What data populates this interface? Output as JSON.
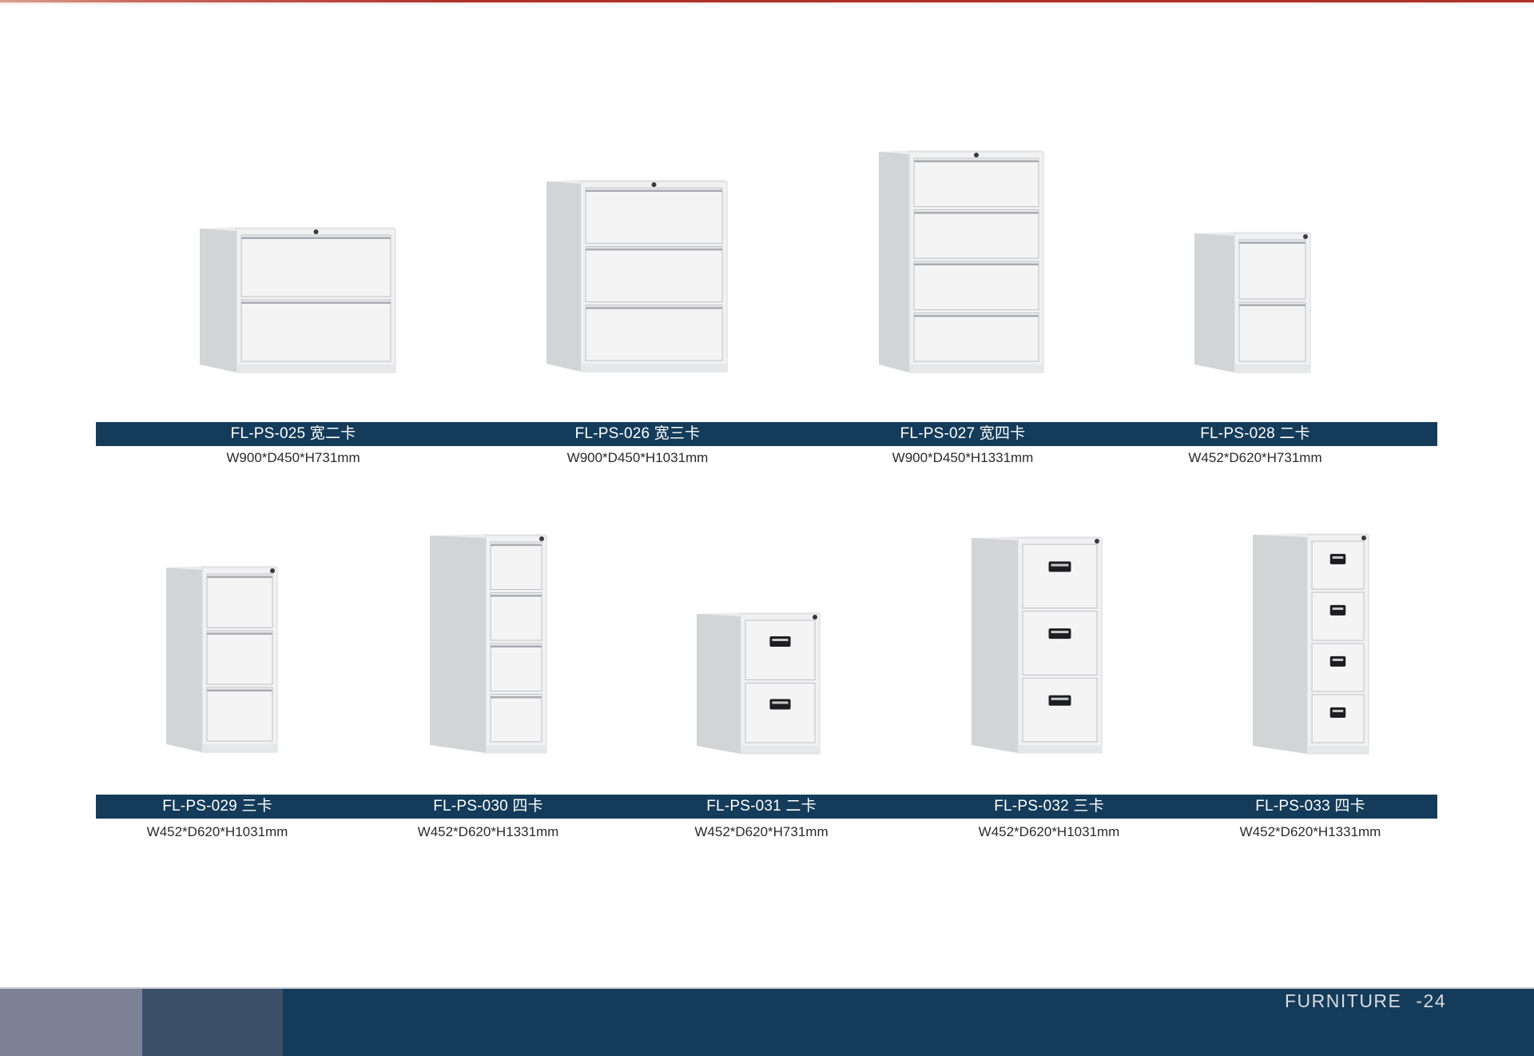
{
  "document": {
    "section": "FURNITURE",
    "page_number": "-24",
    "colors": {
      "accent_red": "#b0302c",
      "label_bar": "#143c5a",
      "footer_grey": "#7c8195",
      "footer_mid": "#3b5068",
      "footer_main": "#143c5a"
    }
  },
  "products": [
    {
      "model": "FL-PS-025 宽二卡",
      "dimensions": "W900*D450*H731mm",
      "type": "lateral",
      "drawers": 2,
      "handle": "bar",
      "image": "file-cabinet-icon"
    },
    {
      "model": "FL-PS-026 宽三卡",
      "dimensions": "W900*D450*H1031mm",
      "type": "lateral",
      "drawers": 3,
      "handle": "bar",
      "image": "file-cabinet-icon"
    },
    {
      "model": "FL-PS-027 宽四卡",
      "dimensions": "W900*D450*H1331mm",
      "type": "lateral",
      "drawers": 4,
      "handle": "bar",
      "image": "file-cabinet-icon"
    },
    {
      "model": "FL-PS-028 二卡",
      "dimensions": "W452*D620*H731mm",
      "type": "vertical",
      "drawers": 2,
      "handle": "bar",
      "image": "file-cabinet-icon"
    },
    {
      "model": "FL-PS-029 三卡",
      "dimensions": "W452*D620*H1031mm",
      "type": "vertical",
      "drawers": 3,
      "handle": "bar",
      "image": "file-cabinet-icon"
    },
    {
      "model": "FL-PS-030 四卡",
      "dimensions": "W452*D620*H1331mm",
      "type": "vertical",
      "drawers": 4,
      "handle": "bar",
      "image": "file-cabinet-icon"
    },
    {
      "model": "FL-PS-031 二卡",
      "dimensions": "W452*D620*H731mm",
      "type": "vertical",
      "drawers": 2,
      "handle": "pull",
      "image": "file-cabinet-icon"
    },
    {
      "model": "FL-PS-032 三卡",
      "dimensions": "W452*D620*H1031mm",
      "type": "vertical",
      "drawers": 3,
      "handle": "pull",
      "image": "file-cabinet-icon"
    },
    {
      "model": "FL-PS-033 四卡",
      "dimensions": "W452*D620*H1331mm",
      "type": "vertical",
      "drawers": 4,
      "handle": "pull",
      "image": "file-cabinet-icon"
    }
  ]
}
